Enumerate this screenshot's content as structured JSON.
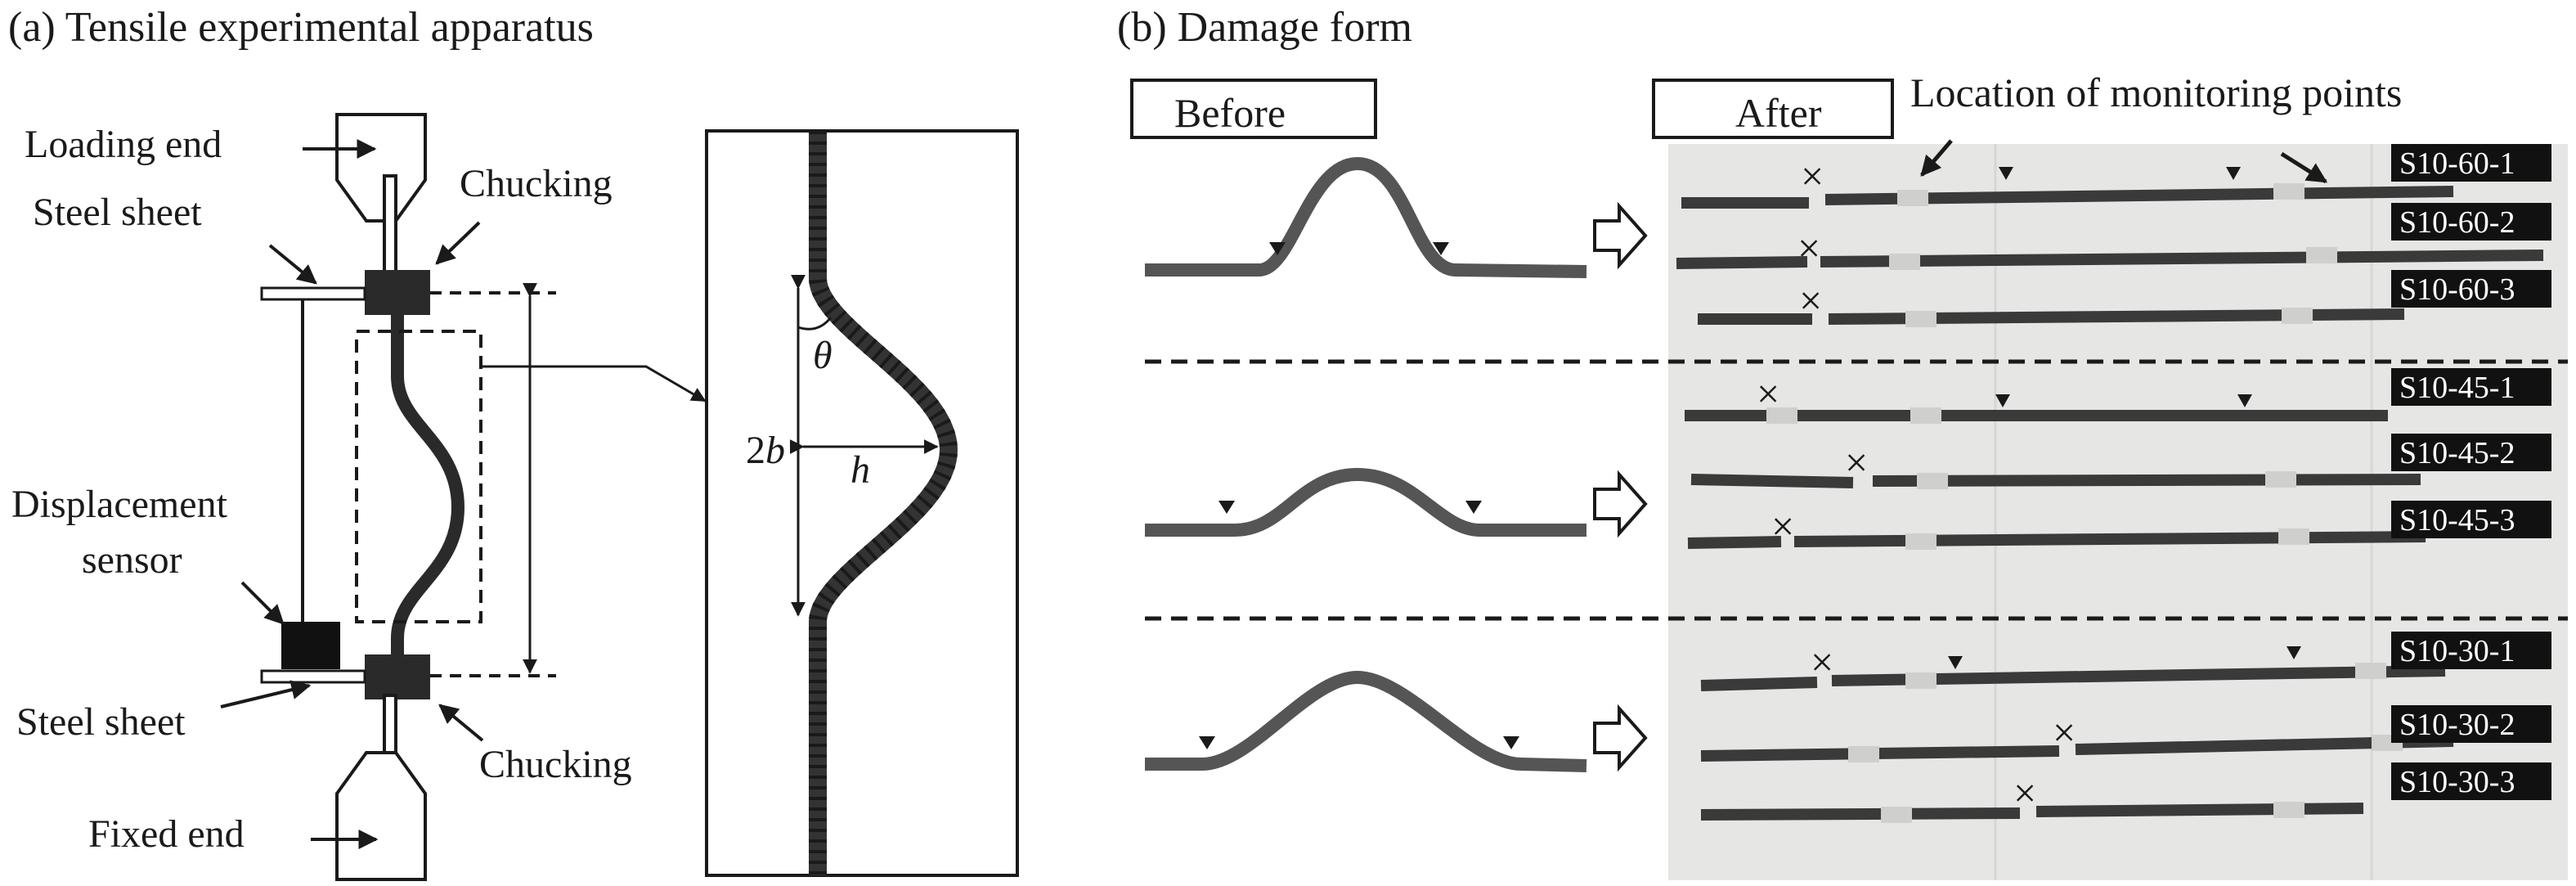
{
  "panel_a": {
    "title": "(a) Tensile experimental apparatus",
    "labels": {
      "loading_end": "Loading end",
      "chucking_top": "Chucking",
      "steel_sheet_top": "Steel sheet",
      "displacement_sensor_line1": "Displacement",
      "displacement_sensor_line2": "sensor",
      "steel_sheet_bottom": "Steel sheet",
      "chucking_bottom": "Chucking",
      "fixed_end": "Fixed end"
    },
    "detail_symbols": {
      "angle": "θ",
      "span_prefix": "2",
      "span_var": "b",
      "height": "h"
    }
  },
  "panel_b": {
    "title": "(b) Damage form",
    "before_label": "Before",
    "after_label": "After",
    "monitoring_label": "Location of monitoring points",
    "fracture_mark": "×",
    "specimens": [
      "S10-60-1",
      "S10-60-2",
      "S10-60-3",
      "S10-45-1",
      "S10-45-2",
      "S10-45-3",
      "S10-30-1",
      "S10-30-2",
      "S10-30-3"
    ]
  },
  "colors": {
    "ink": "#1a1a1a",
    "rebar": "#3d3d3d",
    "photo_bg": "#e6e6e4",
    "tag_bg": "#111111"
  }
}
